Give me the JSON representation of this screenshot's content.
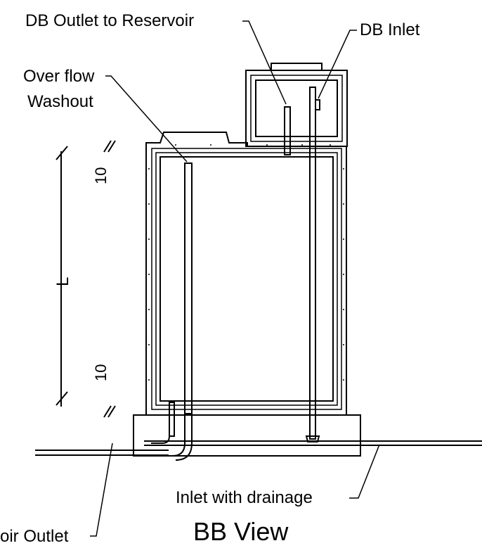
{
  "labels": {
    "db_outlet_to_reservoir": "DB Outlet to Reservoir",
    "db_inlet": "DB Inlet",
    "overflow_line1": "Over flow",
    "overflow_line2": "Washout",
    "dim_top": "10",
    "dim_length": "L",
    "dim_bottom": "10",
    "reservoir_outlet": "oir Outlet",
    "inlet_with_drainage": "Inlet with drainage",
    "view_title": "BB View"
  }
}
